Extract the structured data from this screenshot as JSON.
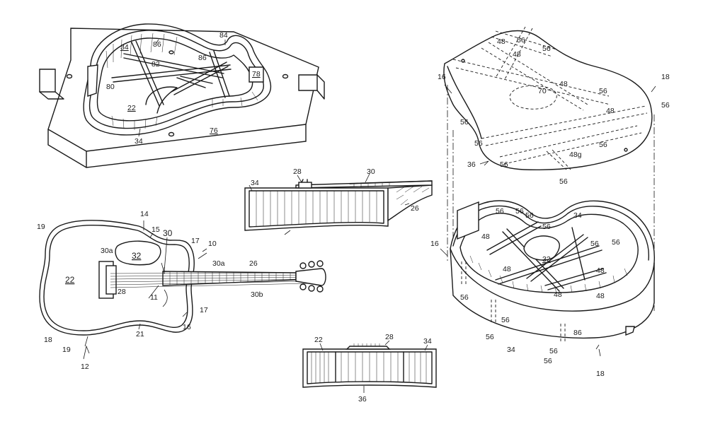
{
  "labels": {
    "mold": [
      "34",
      "86",
      "84",
      "82",
      "86",
      "78",
      "80",
      "22",
      "34",
      "76"
    ],
    "guitar": [
      "19",
      "14",
      "15",
      "30",
      "17",
      "10",
      "30a",
      "32",
      "22",
      "28",
      "11",
      "30a",
      "26",
      "30b",
      "17",
      "16",
      "21",
      "18",
      "19",
      "12"
    ],
    "neck_section": [
      "28",
      "30",
      "34",
      "26"
    ],
    "body_section": [
      "22",
      "28",
      "34",
      "36"
    ],
    "top": [
      "48",
      "56",
      "48",
      "56",
      "16",
      "18",
      "70",
      "48",
      "56",
      "56",
      "48",
      "56",
      "56",
      "56",
      "36",
      "56",
      "48g",
      "56"
    ],
    "body": [
      "16",
      "56",
      "56",
      "34",
      "56",
      "56",
      "48",
      "56",
      "32",
      "56",
      "48",
      "48",
      "48",
      "48",
      "56",
      "56",
      "56",
      "86",
      "56",
      "34",
      "56",
      "18"
    ]
  }
}
